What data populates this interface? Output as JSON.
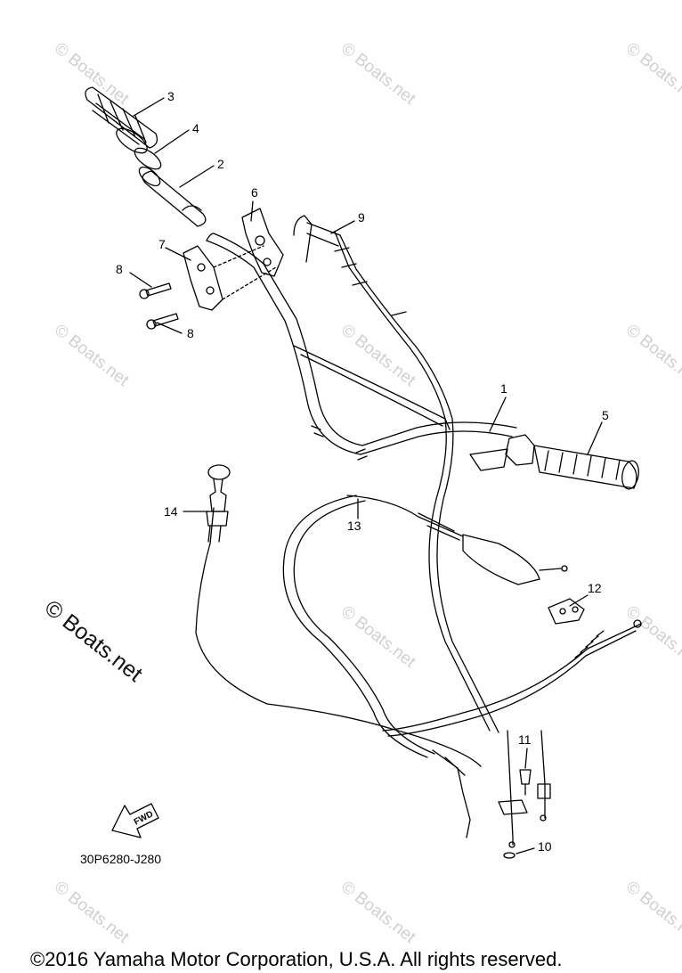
{
  "watermark_text": "© Boats.net",
  "diagram_watermark": "© Boats.net",
  "part_callouts": [
    "1",
    "2",
    "3",
    "4",
    "5",
    "6",
    "7",
    "8",
    "8",
    "9",
    "10",
    "11",
    "12",
    "13",
    "14"
  ],
  "fwd_label": "FWD",
  "diagram_code": "30P6280-J280",
  "copyright": "©2016 Yamaha Motor Corporation, U.S.A. All rights reserved."
}
